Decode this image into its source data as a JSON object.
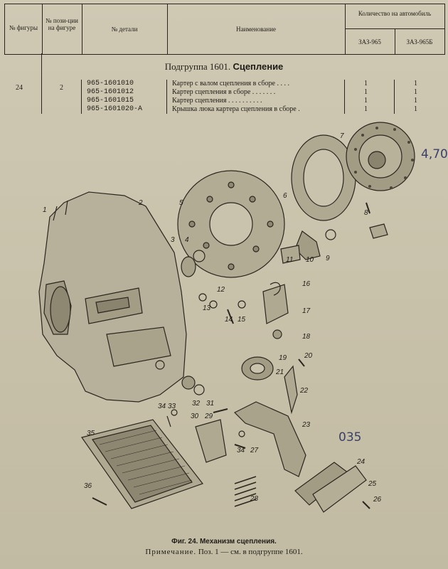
{
  "header": {
    "col_figure": "№ фигуры",
    "col_position": "№ пози-ции на фигуре",
    "col_part": "№ детали",
    "col_name": "Наименование",
    "col_qty": "Количество на автомобиль",
    "col_zaz965": "ЗАЗ-965",
    "col_zaz965b": "ЗАЗ-965Б"
  },
  "subgroup": {
    "prefix": "Подгруппа 1601.",
    "name": "Сцепление"
  },
  "rows": [
    {
      "figure": "24",
      "position": "2",
      "part": "965-1601010",
      "name": "Картер с валом сцепления в сборе . . . .",
      "q1": "1",
      "q2": "1"
    },
    {
      "figure": "",
      "position": "",
      "part": "965-1601012",
      "name": "Картер сцепления в сборе . . . . . . .",
      "q1": "1",
      "q2": "1"
    },
    {
      "figure": "",
      "position": "",
      "part": "965-1601015",
      "name": "Картер сцепления . . . . . . . . . .",
      "q1": "1",
      "q2": "1"
    },
    {
      "figure": "",
      "position": "",
      "part": "965-1601020-А",
      "name": "Крышка люка картера сцепления в сборе .",
      "q1": "1",
      "q2": "1"
    }
  ],
  "figure": {
    "labels": [
      "1",
      "2",
      "3",
      "4",
      "5",
      "6",
      "7",
      "8",
      "9",
      "10",
      "11",
      "12",
      "13",
      "14",
      "15",
      "16",
      "17",
      "18",
      "19",
      "20",
      "21",
      "22",
      "23",
      "24",
      "25",
      "26",
      "27",
      "28",
      "29",
      "30",
      "31",
      "32",
      "33",
      "34",
      "34",
      "35",
      "36"
    ],
    "handwritten": [
      "4,70",
      "035"
    ],
    "caption_prefix": "Фиг. 24.",
    "caption_title": "Механизм сцепления.",
    "note_label": "Примечание.",
    "note_text": "Поз. 1 — см. в подгруппе 1601."
  }
}
